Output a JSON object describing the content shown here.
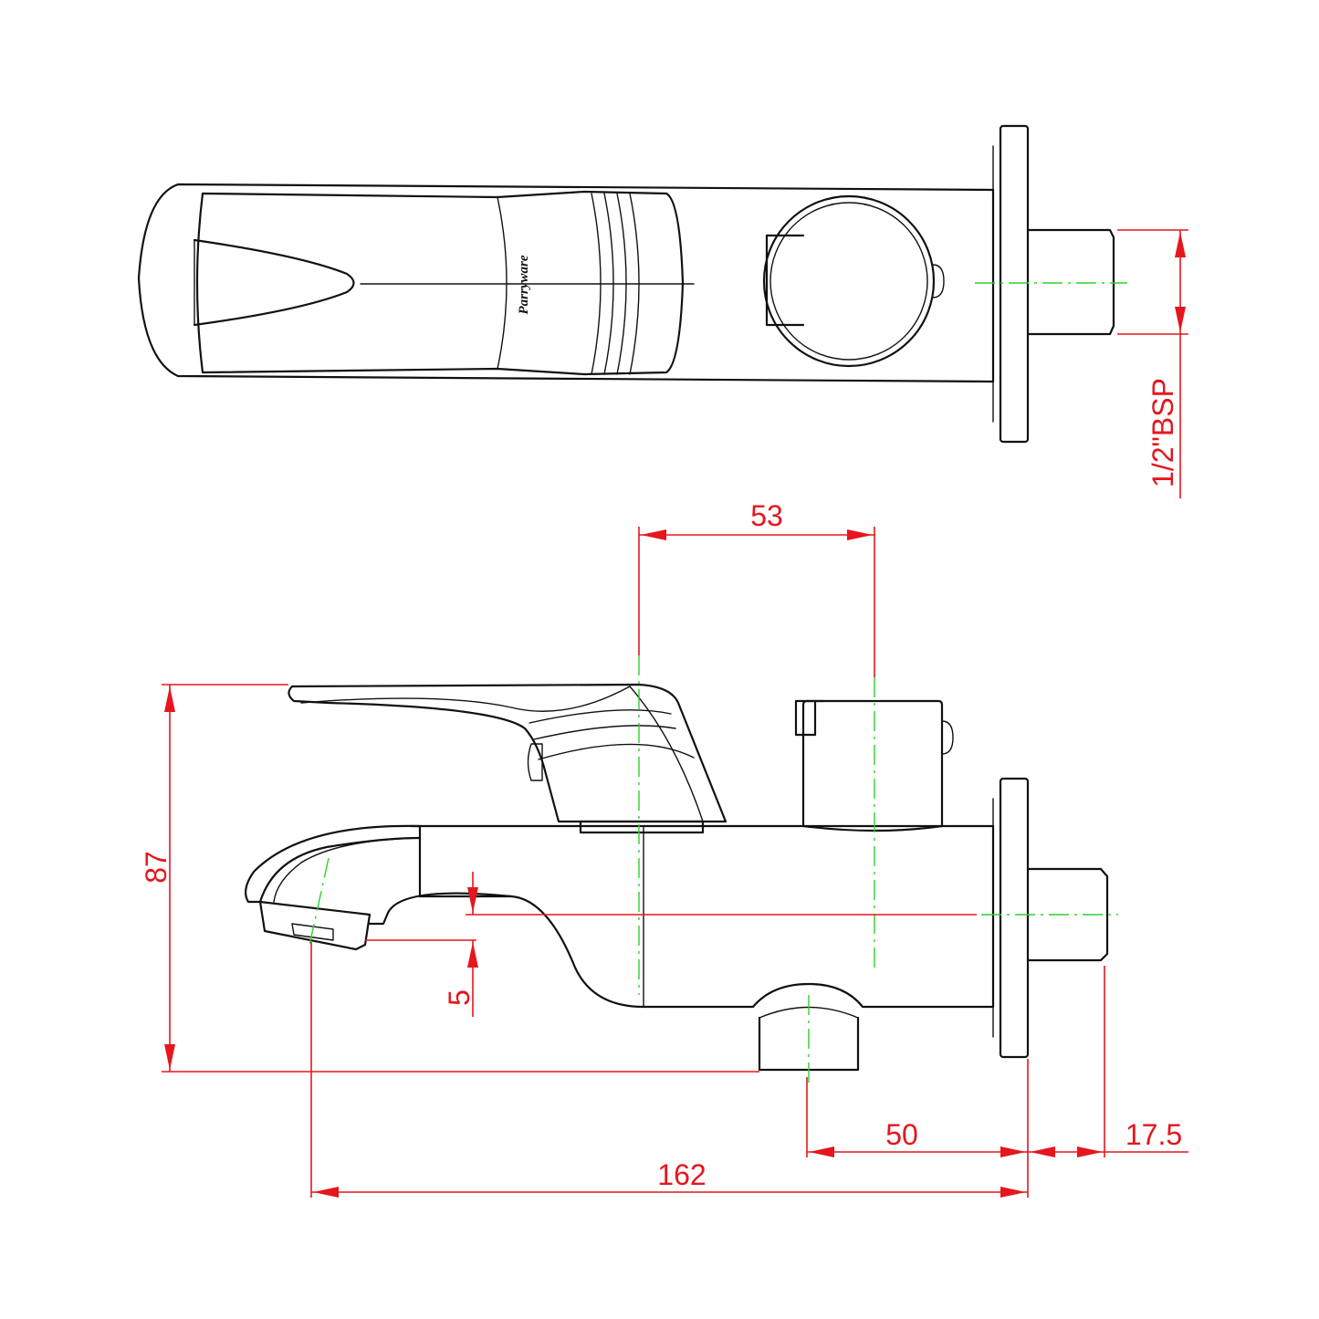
{
  "diagram": {
    "brand_mark": "Parryware",
    "dimensions": {
      "height_total": "87",
      "spout_gap": "5",
      "lever_to_diverter": "53",
      "diverter_to_wall": "50",
      "thread_length": "17.5",
      "overall_length": "162",
      "inlet_thread": "1/2\"BSP"
    },
    "colors": {
      "outline": "#111111",
      "dimension": "#e5161d",
      "centerline": "#2fd12f"
    }
  }
}
